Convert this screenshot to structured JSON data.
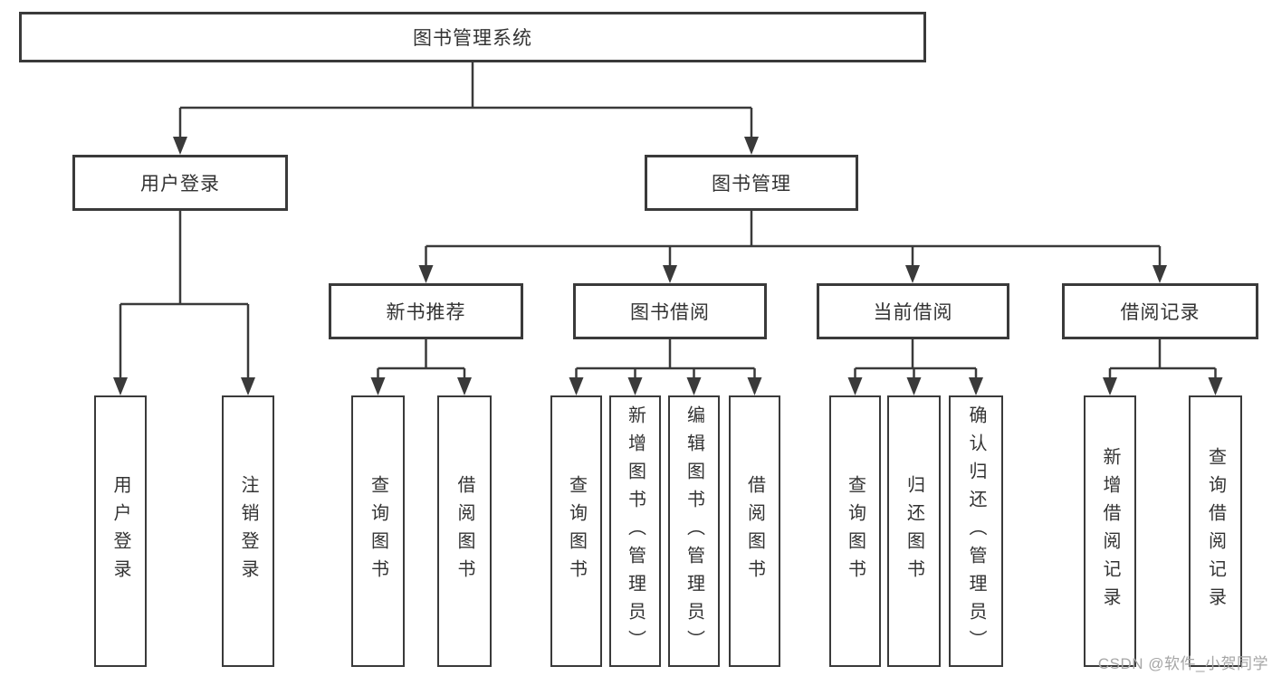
{
  "colors": {
    "line": "#3a3a3a",
    "text": "#333333",
    "watermark": "#a6a6a6",
    "background": "#ffffff"
  },
  "diagram": {
    "root": "图书管理系统",
    "level2": [
      {
        "label": "用户登录",
        "leaves": [
          "用户登录",
          "注销登录"
        ]
      },
      {
        "label": "图书管理",
        "level3": [
          {
            "label": "新书推荐",
            "leaves": [
              "查询图书",
              "借阅图书"
            ]
          },
          {
            "label": "图书借阅",
            "leaves": [
              "查询图书",
              "新增图书（管理员）",
              "编辑图书（管理员）",
              "借阅图书"
            ]
          },
          {
            "label": "当前借阅",
            "leaves": [
              "查询图书",
              "归还图书",
              "确认归还（管理员）"
            ]
          },
          {
            "label": "借阅记录",
            "leaves": [
              "新增借阅记录",
              "查询借阅记录"
            ]
          }
        ]
      }
    ]
  },
  "watermark": "CSDN @软件_小贺同学"
}
